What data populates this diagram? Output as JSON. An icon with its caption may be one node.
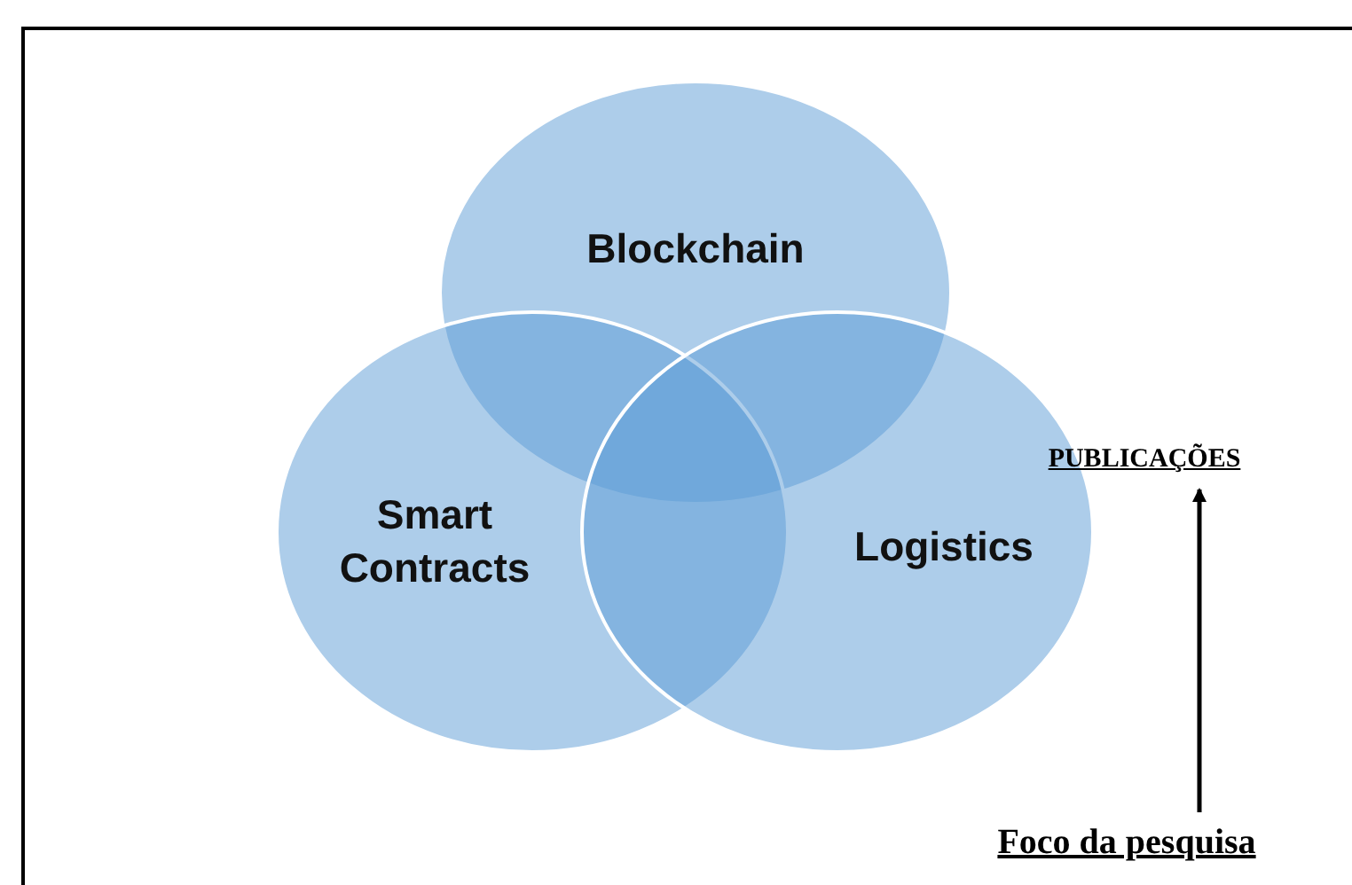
{
  "diagram": {
    "nodes": [
      {
        "text": [
          "Blockchain"
        ]
      },
      {
        "text": [
          "Smart Contracts"
        ]
      },
      {
        "text": [
          "Logistics"
        ]
      },
      {
        "text": [
          "PUBLICAÇÕES"
        ]
      },
      {
        "text": [
          "Foco da pesquisa"
        ]
      }
    ],
    "edges": [
      {
        "from": 4,
        "to": 3,
        "arrow": "to"
      }
    ]
  }
}
